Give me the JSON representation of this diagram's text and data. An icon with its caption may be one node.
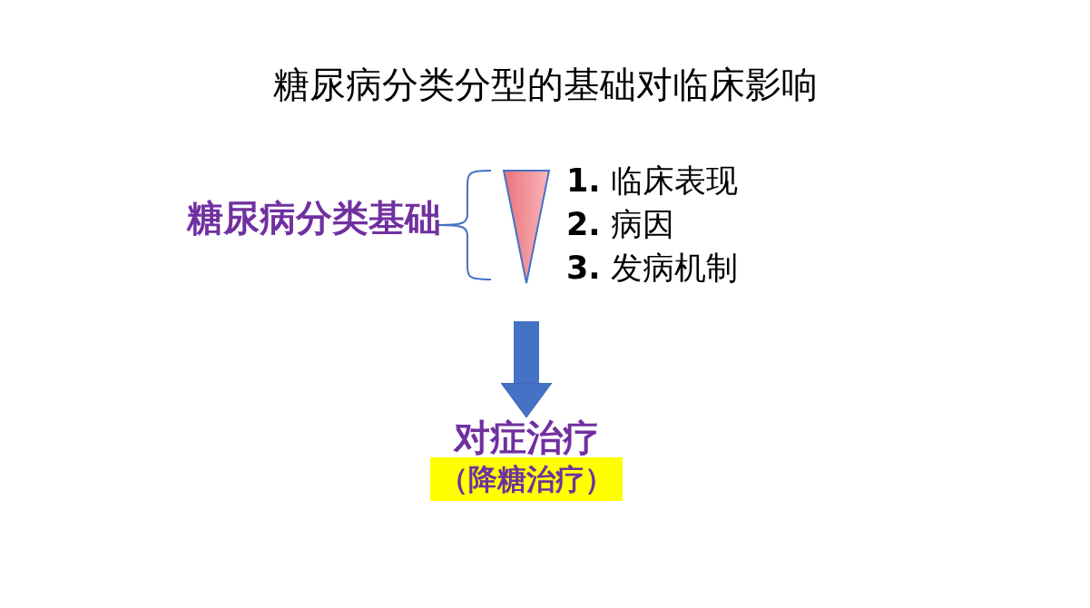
{
  "diagram": {
    "title": "糖尿病分类分型的基础对临床影响",
    "nodes": [
      {
        "text": [
          "糖尿病分类基础"
        ]
      },
      {
        "text": [],
        "shape": "triangle"
      },
      {
        "text": [
          "对症治疗",
          "（降糖治疗）"
        ]
      }
    ],
    "edges": [
      {
        "from": null,
        "to": 2,
        "arrow": "to"
      }
    ],
    "labels": [
      "**1.** 临床表现",
      "**2.** 病因",
      "**3.** 发病机制"
    ]
  }
}
